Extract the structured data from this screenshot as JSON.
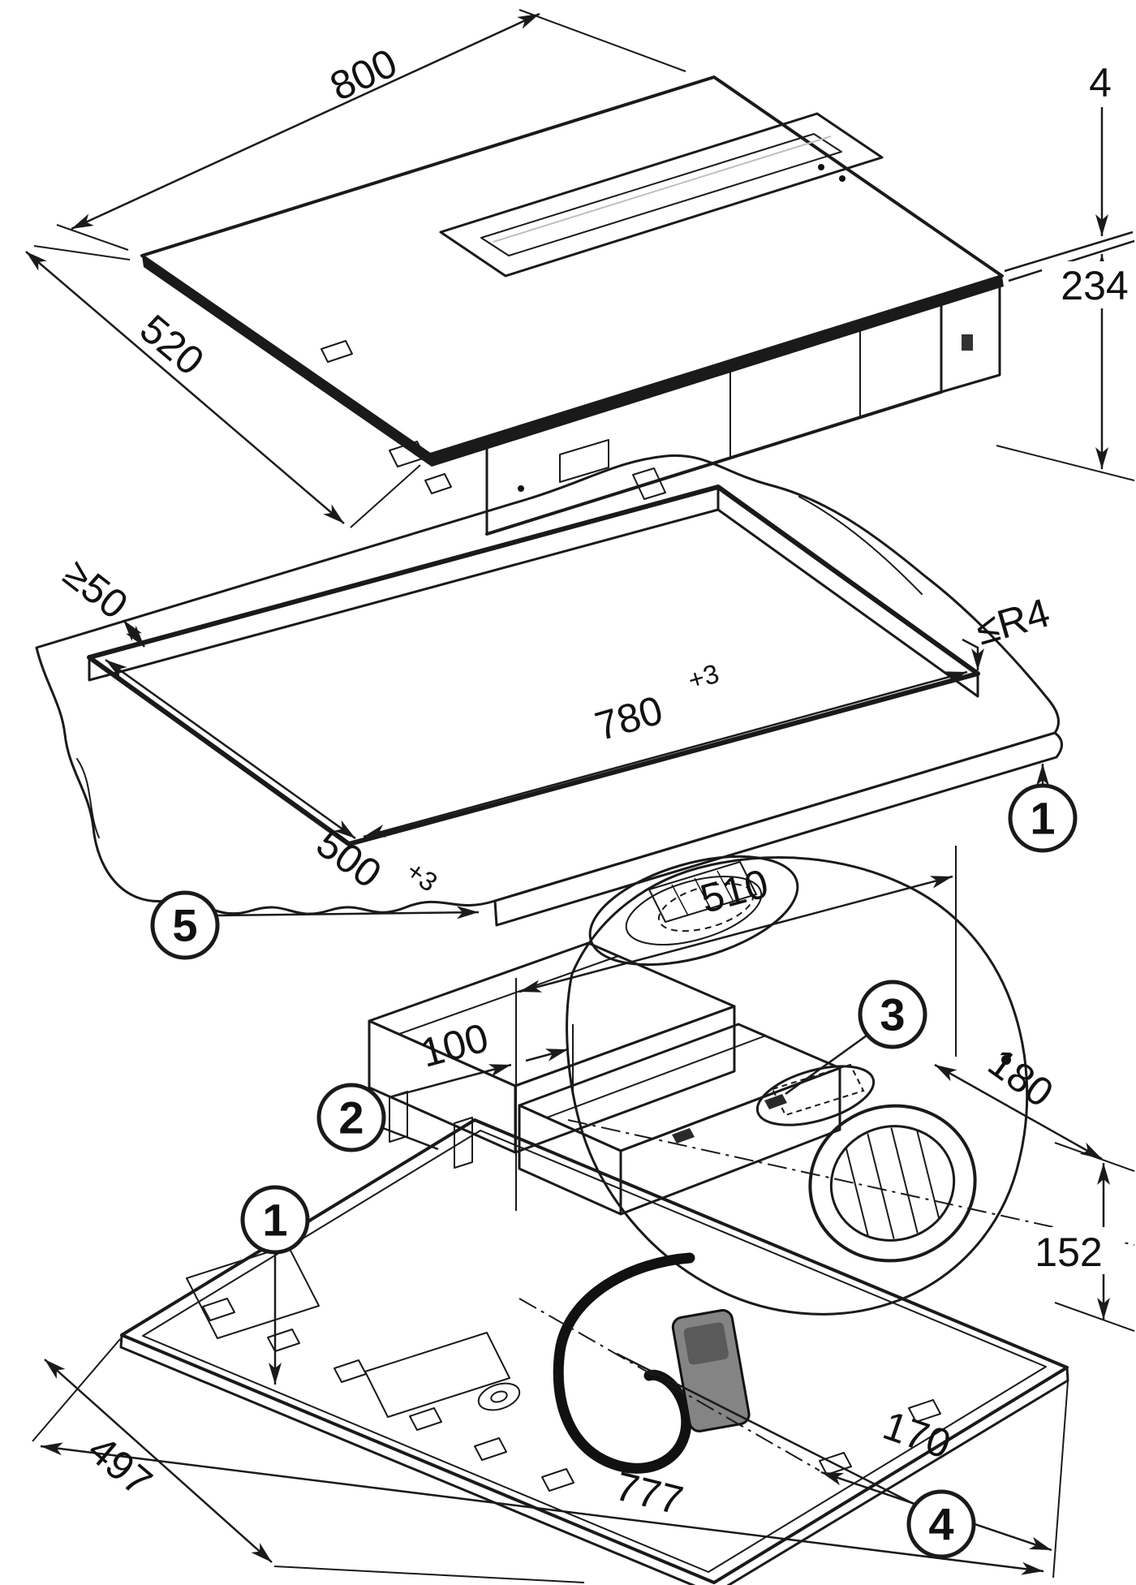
{
  "figure": {
    "type": "installation-dimension-drawing",
    "subject": "cooktop with integrated downdraft extractor",
    "units": "mm",
    "views": {
      "top": {
        "name": "appliance-top-isometric",
        "dimensions": {
          "width": "800",
          "depth": "520",
          "glass_thickness": "4",
          "height_below_worktop": "234"
        }
      },
      "middle": {
        "name": "worktop-cutout",
        "dimensions": {
          "cutout_length": "780",
          "cutout_length_tolerance": "+3",
          "cutout_depth": "500",
          "cutout_depth_tolerance": "+3",
          "min_side_clearance": "≥50",
          "max_corner_radius": "≤R4"
        },
        "callouts": [
          "1",
          "5"
        ]
      },
      "bottom": {
        "name": "appliance-underside-isometric",
        "dimensions": {
          "duct_offset_long": "510",
          "duct_offset_short": "100",
          "outlet_diagonal_offset": "180",
          "outlet_height": "152",
          "cable_offset_from_right": "170",
          "base_length": "777",
          "base_depth": "497"
        },
        "callouts": [
          "1",
          "2",
          "3",
          "4"
        ]
      }
    }
  },
  "dim_labels": {
    "d800": "800",
    "d520": "520",
    "d4": "4",
    "d234": "234",
    "d50": "≥50",
    "d780": "780",
    "d780sup": "+3",
    "d500": "500",
    "d500sup": "+3",
    "dR4": "≤R4",
    "d510": "510",
    "d100": "100",
    "d180": "180",
    "d152": "152",
    "d170": "170",
    "d777": "777",
    "d497": "497"
  },
  "callout_labels": {
    "m1": "1",
    "m5": "5",
    "b1": "1",
    "b2": "2",
    "b3": "3",
    "b4": "4"
  },
  "colors": {
    "line": "#1a1a1a",
    "glass": "#d2d2d2",
    "worktop": "#ececec",
    "worktop_edge": "#f8f8f8",
    "module_top": "#c7c7c7",
    "plug": "#848484",
    "background": "#ffffff"
  }
}
